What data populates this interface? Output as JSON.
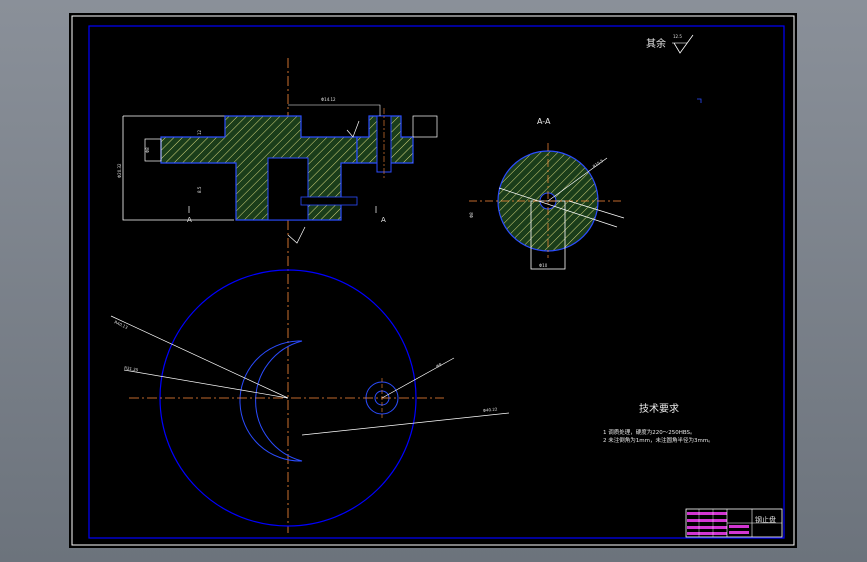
{
  "drawing": {
    "surface_roughness_note": "其余",
    "surface_roughness_value": "12.5",
    "section_title": "A-A",
    "section_marker": "A",
    "top_dimension": "Φ14.12",
    "tech_req": {
      "title": "技术要求",
      "line1": "1  调质处理，硬度为220～250HBS。",
      "line2": "2  未注倒角为1mm，未注圆角半径为3mm。"
    },
    "title_block": {
      "part_name": "钢止盘"
    },
    "dimension_labels": {
      "leader_a": "R40.13",
      "leader_b": "R21.25",
      "leader_c": "Φ8",
      "leader_d": "Φ40.22",
      "section_radius": "R15.5",
      "section_width": "Φ10",
      "side_height": "8.5",
      "side_a": "Φ8",
      "side_b": "Φ20.32",
      "side_c": "12"
    }
  },
  "colors": {
    "canvas": "#000000",
    "frame": "#0000ff",
    "outline": "#2b4cff",
    "centerline": "#ff8c3a",
    "hatch": "#d8d880",
    "hatch_fill": "#1a4a1a",
    "dimension": "#ffffff"
  }
}
